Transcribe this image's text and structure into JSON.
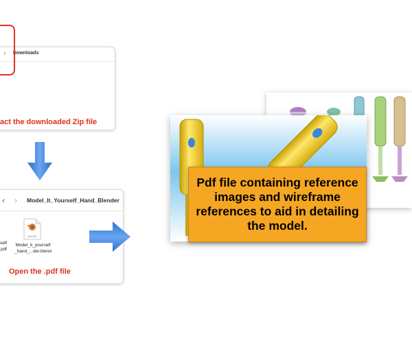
{
  "step1": {
    "window_title": "Downloads",
    "caption": "act the downloaded Zip file"
  },
  "step2": {
    "window_title": "Model_It_Yourself_Hand_Blender",
    "back_glyph": "‹",
    "forward_glyph": "›",
    "pdf_file_name_line1": "self",
    "pdf_file_name_line2": "pdf",
    "blend_badge": "BLEND",
    "blend_file_name_line1": "Model_it_yourself",
    "blend_file_name_line2": "_hand_...der.blend",
    "caption": "Open the .pdf file"
  },
  "callout": {
    "text": "Pdf file containing reference images and wireframe references to aid in detailing the model."
  },
  "colors": {
    "accent_red": "#e0301e",
    "arrow_blue": "#3d7fd9",
    "callout_orange": "#f5a623"
  },
  "icons": [
    "chevron-right-icon",
    "blender-file-icon",
    "arrow-down-icon",
    "arrow-right-icon"
  ]
}
